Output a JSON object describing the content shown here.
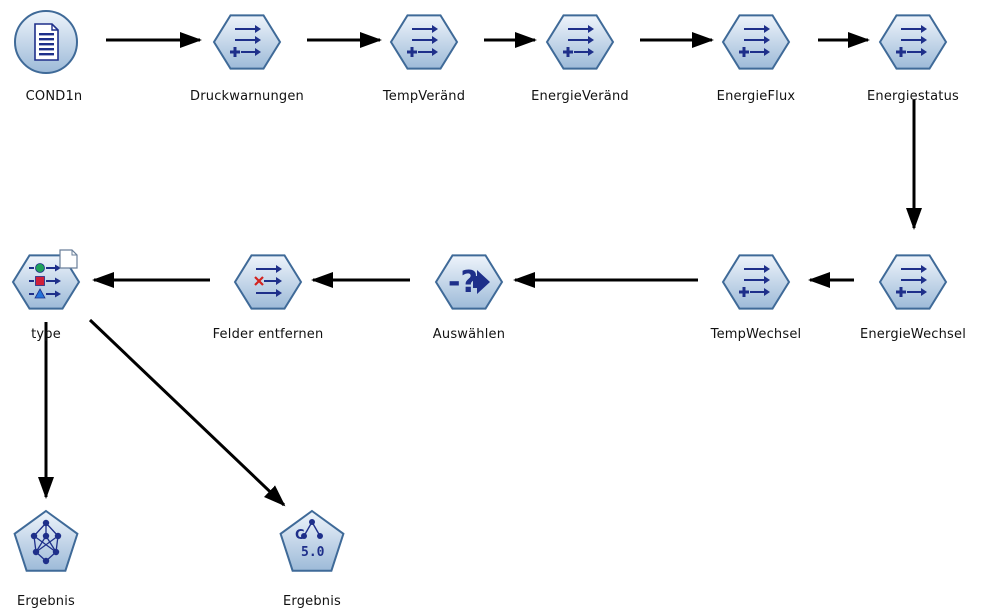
{
  "nodes": [
    {
      "id": "cond1n",
      "label": "COND1n",
      "icon": "source-document-icon"
    },
    {
      "id": "druckwarnungen",
      "label": "Druckwarnungen",
      "icon": "derive-icon"
    },
    {
      "id": "tempverand",
      "label": "TempVeränd",
      "icon": "derive-icon"
    },
    {
      "id": "energieverand",
      "label": "EnergieVeränd",
      "icon": "derive-icon"
    },
    {
      "id": "energieflux",
      "label": "EnergieFlux",
      "icon": "derive-icon"
    },
    {
      "id": "energiestatus",
      "label": "Energiestatus",
      "icon": "derive-icon"
    },
    {
      "id": "energiewechsel",
      "label": "EnergieWechsel",
      "icon": "derive-icon"
    },
    {
      "id": "tempwechsel",
      "label": "TempWechsel",
      "icon": "derive-icon"
    },
    {
      "id": "auswahlen",
      "label": "Auswählen",
      "icon": "select-icon"
    },
    {
      "id": "felder-entfernen",
      "label": "Felder entfernen",
      "icon": "filter-icon"
    },
    {
      "id": "type",
      "label": "type",
      "icon": "type-icon"
    },
    {
      "id": "ergebnis-1",
      "label": "Ergebnis",
      "icon": "neural-net-model-icon"
    },
    {
      "id": "ergebnis-2",
      "label": "Ergebnis",
      "icon": "c50-model-icon"
    }
  ],
  "edges": [
    [
      "cond1n",
      "druckwarnungen"
    ],
    [
      "druckwarnungen",
      "tempverand"
    ],
    [
      "tempverand",
      "energieverand"
    ],
    [
      "energieverand",
      "energieflux"
    ],
    [
      "energieflux",
      "energiestatus"
    ],
    [
      "energiestatus",
      "energiewechsel"
    ],
    [
      "energiewechsel",
      "tempwechsel"
    ],
    [
      "tempwechsel",
      "auswahlen"
    ],
    [
      "auswahlen",
      "felder-entfernen"
    ],
    [
      "felder-entfernen",
      "type"
    ],
    [
      "type",
      "ergebnis-1"
    ],
    [
      "type",
      "ergebnis-2"
    ]
  ],
  "colors": {
    "node_fill_light": "#eef4fb",
    "node_fill_dark": "#9dbad8",
    "node_stroke": "#3f6a98",
    "glyph": "#1e2f8a",
    "edge": "#000000"
  }
}
